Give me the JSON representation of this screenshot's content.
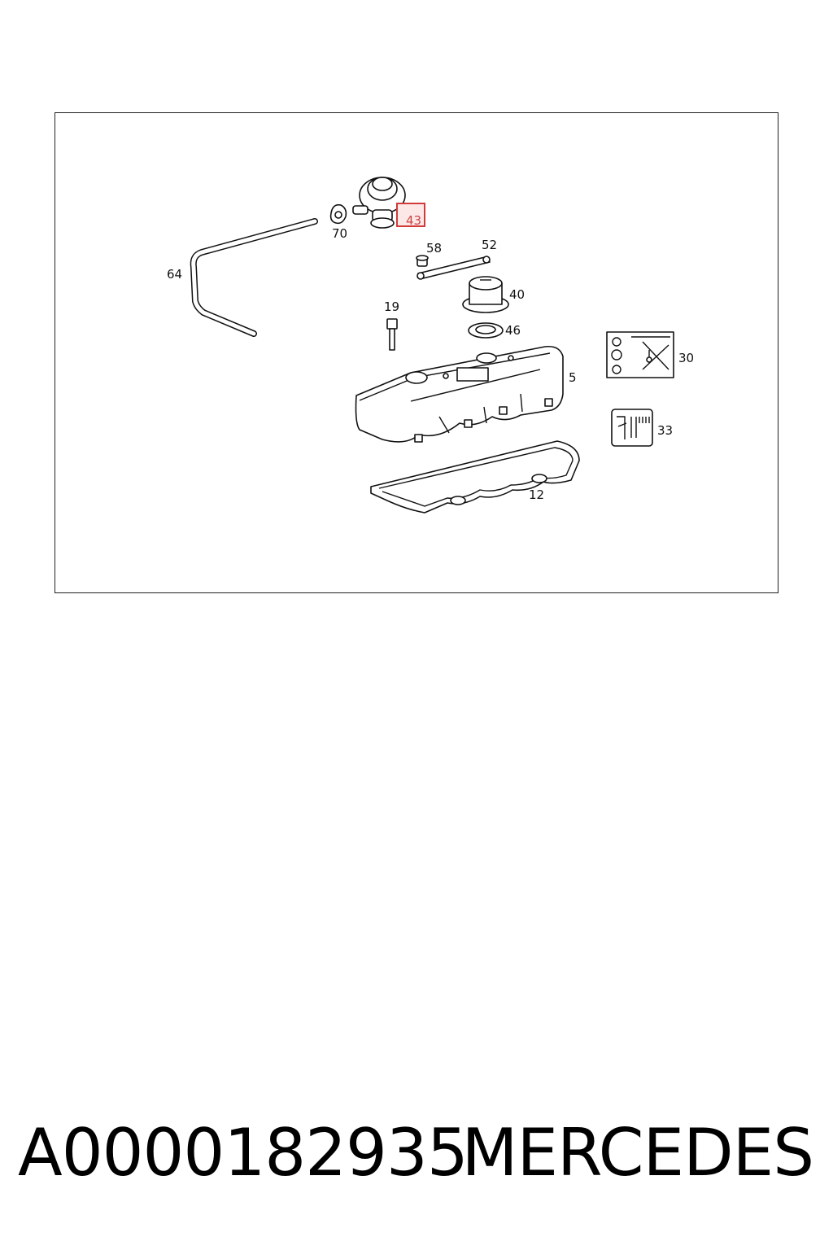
{
  "diagram": {
    "labels": {
      "l5": "5",
      "l12": "12",
      "l19": "19",
      "l30": "30",
      "l33": "33",
      "l40": "40",
      "l43": "43",
      "l46": "46",
      "l52": "52",
      "l58": "58",
      "l64": "64",
      "l70": "70"
    },
    "highlight_color": "#d33a3a"
  },
  "footer": {
    "part_number": "A0000182935",
    "brand": "MERCEDES"
  }
}
